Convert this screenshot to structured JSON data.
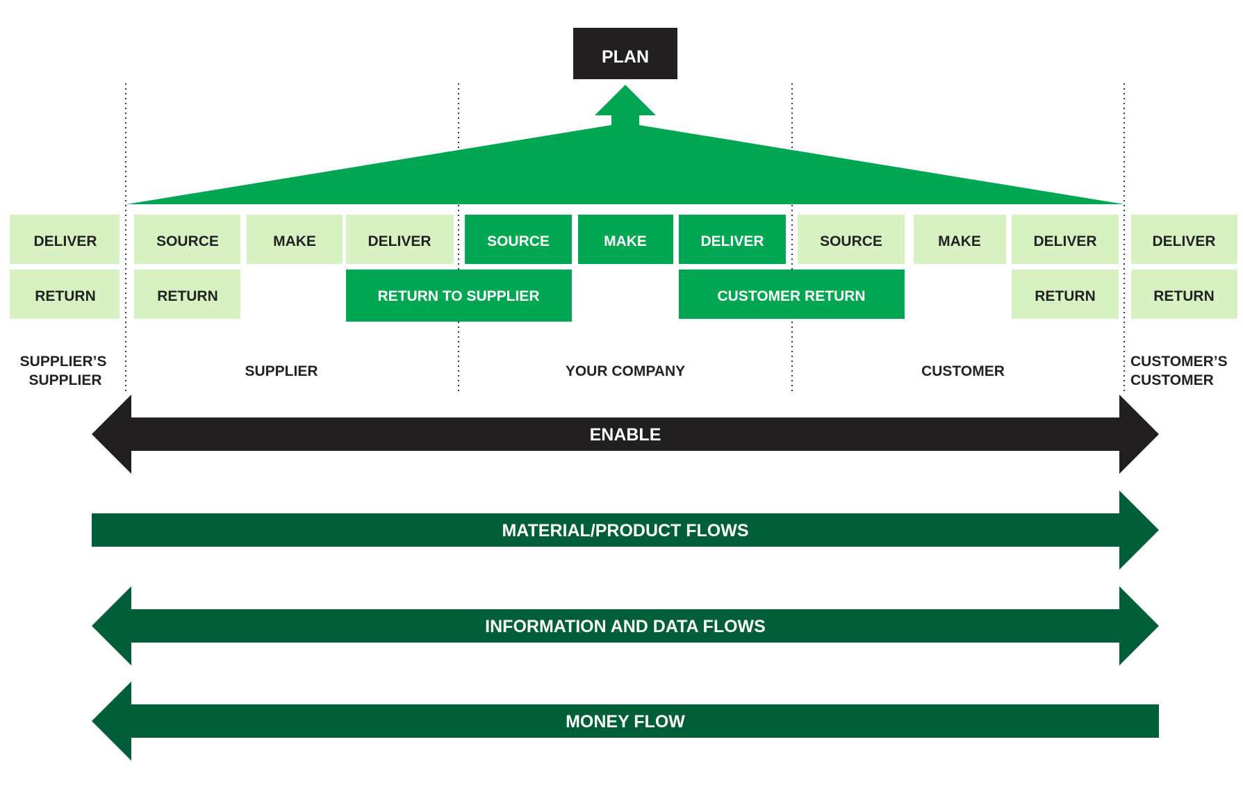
{
  "colors": {
    "light_green": "#d7f1c2",
    "bright_green": "#00a651",
    "dark_green": "#005f38",
    "black": "#221f20",
    "text_dark": "#222222",
    "text_light": "#ffffff",
    "divider": "#333333"
  },
  "plan": {
    "label": "PLAN"
  },
  "groups": [
    {
      "label": "SUPPLIER'S SUPPLIER",
      "lines": [
        "SUPPLIER’S",
        "SUPPLIER"
      ]
    },
    {
      "label": "SUPPLIER",
      "lines": [
        "SUPPLIER"
      ]
    },
    {
      "label": "YOUR COMPANY",
      "lines": [
        "YOUR COMPANY"
      ]
    },
    {
      "label": "CUSTOMER",
      "lines": [
        "CUSTOMER"
      ]
    },
    {
      "label": "CUSTOMER'S CUSTOMER",
      "lines": [
        "CUSTOMER’S",
        "CUSTOMER"
      ]
    }
  ],
  "process_row": [
    {
      "label": "DELIVER",
      "style": "light"
    },
    {
      "label": "SOURCE",
      "style": "light"
    },
    {
      "label": "MAKE",
      "style": "light"
    },
    {
      "label": "DELIVER",
      "style": "light"
    },
    {
      "label": "SOURCE",
      "style": "bright"
    },
    {
      "label": "MAKE",
      "style": "bright"
    },
    {
      "label": "DELIVER",
      "style": "bright"
    },
    {
      "label": "SOURCE",
      "style": "light"
    },
    {
      "label": "MAKE",
      "style": "light"
    },
    {
      "label": "DELIVER",
      "style": "light"
    },
    {
      "label": "DELIVER",
      "style": "light"
    }
  ],
  "return_row": [
    {
      "label": "RETURN",
      "style": "light"
    },
    {
      "label": "RETURN",
      "style": "light"
    },
    {
      "label": "RETURN TO SUPPLIER",
      "style": "bright"
    },
    {
      "label": "CUSTOMER RETURN",
      "style": "bright"
    },
    {
      "label": "RETURN",
      "style": "light"
    },
    {
      "label": "RETURN",
      "style": "light"
    }
  ],
  "flows": [
    {
      "label": "ENABLE",
      "direction": "both",
      "color": "black"
    },
    {
      "label": "MATERIAL/PRODUCT FLOWS",
      "direction": "right",
      "color": "dark_green"
    },
    {
      "label": "INFORMATION AND DATA FLOWS",
      "direction": "both",
      "color": "dark_green"
    },
    {
      "label": "MONEY FLOW",
      "direction": "left",
      "color": "dark_green"
    }
  ]
}
